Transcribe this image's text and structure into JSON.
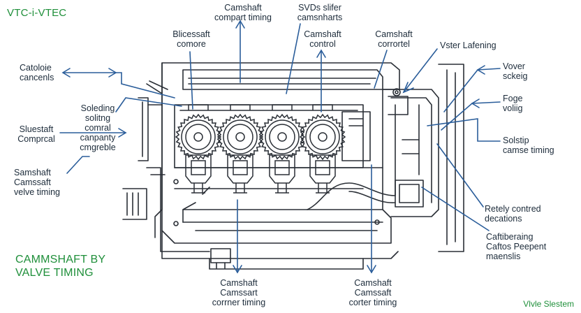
{
  "title_top": "VTC-i-VTEC",
  "title_bottom": "CAMMSHAFT BY\nVALVE TIMING",
  "footer": "Vlvle Slestem",
  "colors": {
    "accent_green": "#1f8f3a",
    "leader_blue": "#2a5d9a",
    "line_art": "#2a2f36"
  },
  "labels": {
    "top_center": "Camshaft\ncompart timing",
    "top_svds": "SVDs slifer\ncamsnharts",
    "top_left": "Blicessaft\ncomore",
    "mid_camshaft_control": "Camshaft\ncontrol",
    "camshaft_corrortel": "Camshaft\ncorrortel",
    "vster_lafening": "Vster Lafening",
    "catoloie": "Catoloie\ncancenls",
    "soleding": "Soleding\nsolitng\ncomral\ncanpanty\ncmgreble",
    "sluestaft": "Sluestaft\nComprcal",
    "samshaft_left": "Samshaft\nCamssaft\nvelve timing",
    "vover": "Vover\nsckeig",
    "foge": "Foge\nvoliig",
    "solstip": "Solstip\ncamse timing",
    "retely": "Retely contred\ndecations",
    "caftibeiang": "Caftiberaing\nCaftos Peepent\nmaenslis",
    "bottom_left": "Camshaft\nCamssart\ncorrner timing",
    "bottom_right": "Camshaft\nCamssaft\ncorter timing"
  }
}
